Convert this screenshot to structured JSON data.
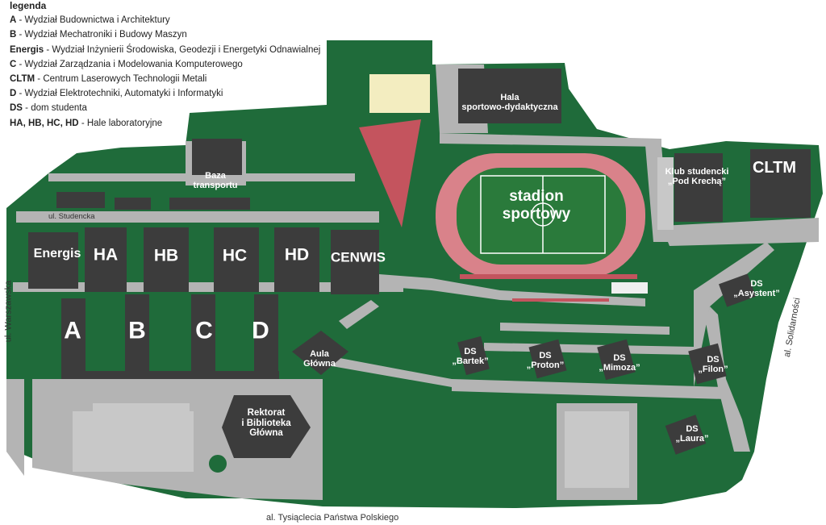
{
  "legend": {
    "title": "legenda",
    "items": [
      {
        "key": "A",
        "text": " - Wydział Budownictwa i Architektury"
      },
      {
        "key": "B",
        "text": " - Wydział Mechatroniki i Budowy Maszyn"
      },
      {
        "key": "Energis",
        "text": " - Wydział Inżynierii Środowiska, Geodezji i Energetyki Odnawialnej"
      },
      {
        "key": "C",
        "text": " - Wydział Zarządzania i Modelowania Komputerowego"
      },
      {
        "key": "CLTM",
        "text": " - Centrum Laserowych Technologii Metali"
      },
      {
        "key": "D",
        "text": " - Wydział Elektrotechniki, Automatyki i Informatyki"
      },
      {
        "key": "DS",
        "text": " - dom studenta"
      },
      {
        "key": "HA, HB, HC, HD",
        "text": " - Hale laboratoryjne"
      }
    ]
  },
  "buildings": {
    "A": "A",
    "B": "B",
    "C": "C",
    "D": "D",
    "HA": "HA",
    "HB": "HB",
    "HC": "HC",
    "HD": "HD",
    "energis": "Energis",
    "cenwis": "CENWIS",
    "aula_line1": "Aula",
    "aula_line2": "Główna",
    "rektorat_line1": "Rektorat",
    "rektorat_line2": "i Biblioteka",
    "rektorat_line3": "Główna",
    "baza_line1": "Baza",
    "baza_line2": "transportu",
    "hala_line1": "Hala",
    "hala_line2": "sportowo-dydaktyczna",
    "stadion_line1": "stadion",
    "stadion_line2": "sportowy",
    "klub_line1": "Klub studencki",
    "klub_line2": "„Pod Krechą”",
    "cltm": "CLTM",
    "ds_asystent_line1": "DS",
    "ds_asystent_line2": "„Asystent”",
    "ds_bartek_line1": "DS",
    "ds_bartek_line2": "„Bartek”",
    "ds_proton_line1": "DS",
    "ds_proton_line2": "„Proton”",
    "ds_mimoza_line1": "DS",
    "ds_mimoza_line2": "„Mimoza”",
    "ds_filon_line1": "DS",
    "ds_filon_line2": "„Filon”",
    "ds_laura_line1": "DS",
    "ds_laura_line2": "„Laura”"
  },
  "streets": {
    "studencka": "ul. Studencka",
    "warszawska": "ul. Warszawska",
    "solidarnosci": "al. Solidarności",
    "tysiaclecia": "al. Tysiąclecia Państwa Polskiego"
  },
  "colors": {
    "grass": "#1f6b3a",
    "road": "#b4b4b4",
    "building": "#3c3c3c",
    "track": "#d9828a",
    "field": "#2a7a3b",
    "sand": "#f3edc0"
  }
}
